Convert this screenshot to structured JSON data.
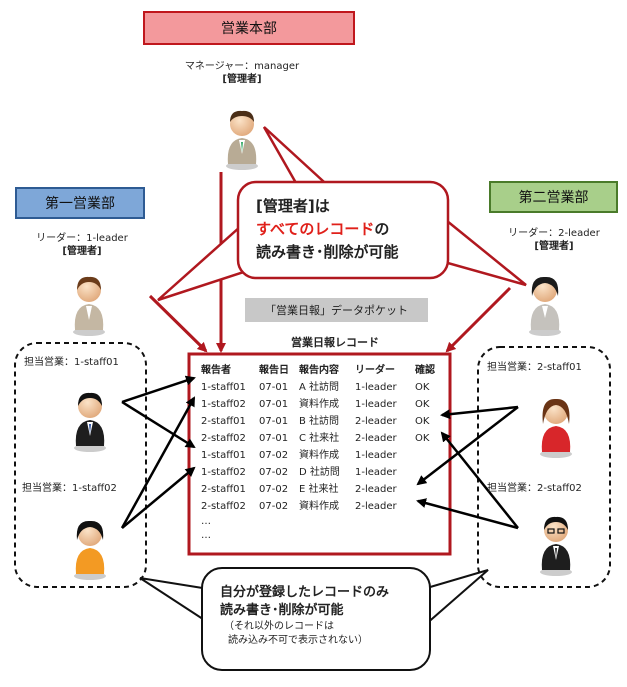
{
  "headquarters": {
    "label": "営業本部"
  },
  "manager": {
    "role": "マネージャー：manager",
    "tag": "[管理者]"
  },
  "dept1": {
    "label": "第一営業部",
    "leader": "リーダー：1-leader",
    "tag": "[管理者]"
  },
  "dept2": {
    "label": "第二営業部",
    "leader": "リーダー：2-leader",
    "tag": "[管理者]"
  },
  "admin_bubble": {
    "line1": "[管理者]は",
    "line2": "すべてのレコード",
    "line2_suffix": "の",
    "line3": "読み書き･削除が可能"
  },
  "data_pocket": {
    "label": "「営業日報」データポケット"
  },
  "records": {
    "title": "営業日報レコード",
    "headers": [
      "報告者",
      "報告日",
      "報告内容",
      "リーダー",
      "確認"
    ],
    "rows": [
      [
        "1-staff01",
        "07-01",
        "A 社訪問",
        "1-leader",
        "OK"
      ],
      [
        "1-staff02",
        "07-01",
        "資料作成",
        "1-leader",
        "OK"
      ],
      [
        "2-staff01",
        "07-01",
        "B 社訪問",
        "2-leader",
        "OK"
      ],
      [
        "2-staff02",
        "07-01",
        "C 社来社",
        "2-leader",
        "OK"
      ],
      [
        "1-staff01",
        "07-02",
        "資料作成",
        "1-leader",
        ""
      ],
      [
        "1-staff02",
        "07-02",
        "D 社訪問",
        "1-leader",
        ""
      ],
      [
        "2-staff01",
        "07-02",
        "E 社来社",
        "2-leader",
        ""
      ],
      [
        "2-staff02",
        "07-02",
        "資料作成",
        "2-leader",
        ""
      ]
    ],
    "ellipsis1": "…",
    "ellipsis2": "…"
  },
  "staff": {
    "s1_01": "担当営業：1-staff01",
    "s1_02": "担当営業：1-staff02",
    "s2_01": "担当営業：2-staff01",
    "s2_02": "担当営業：2-staff02"
  },
  "staff_bubble": {
    "line1": "自分が登録したレコードのみ",
    "line2": "読み書き･削除が可能",
    "line3": "（それ以外のレコードは",
    "line4": "読み込み不可で表示されない）"
  },
  "colors": {
    "dark_red": "#b0181f",
    "hq_fill": "#f3999c",
    "dept1_fill": "#7ea7d8",
    "dept2_fill": "#a8cf8a"
  }
}
